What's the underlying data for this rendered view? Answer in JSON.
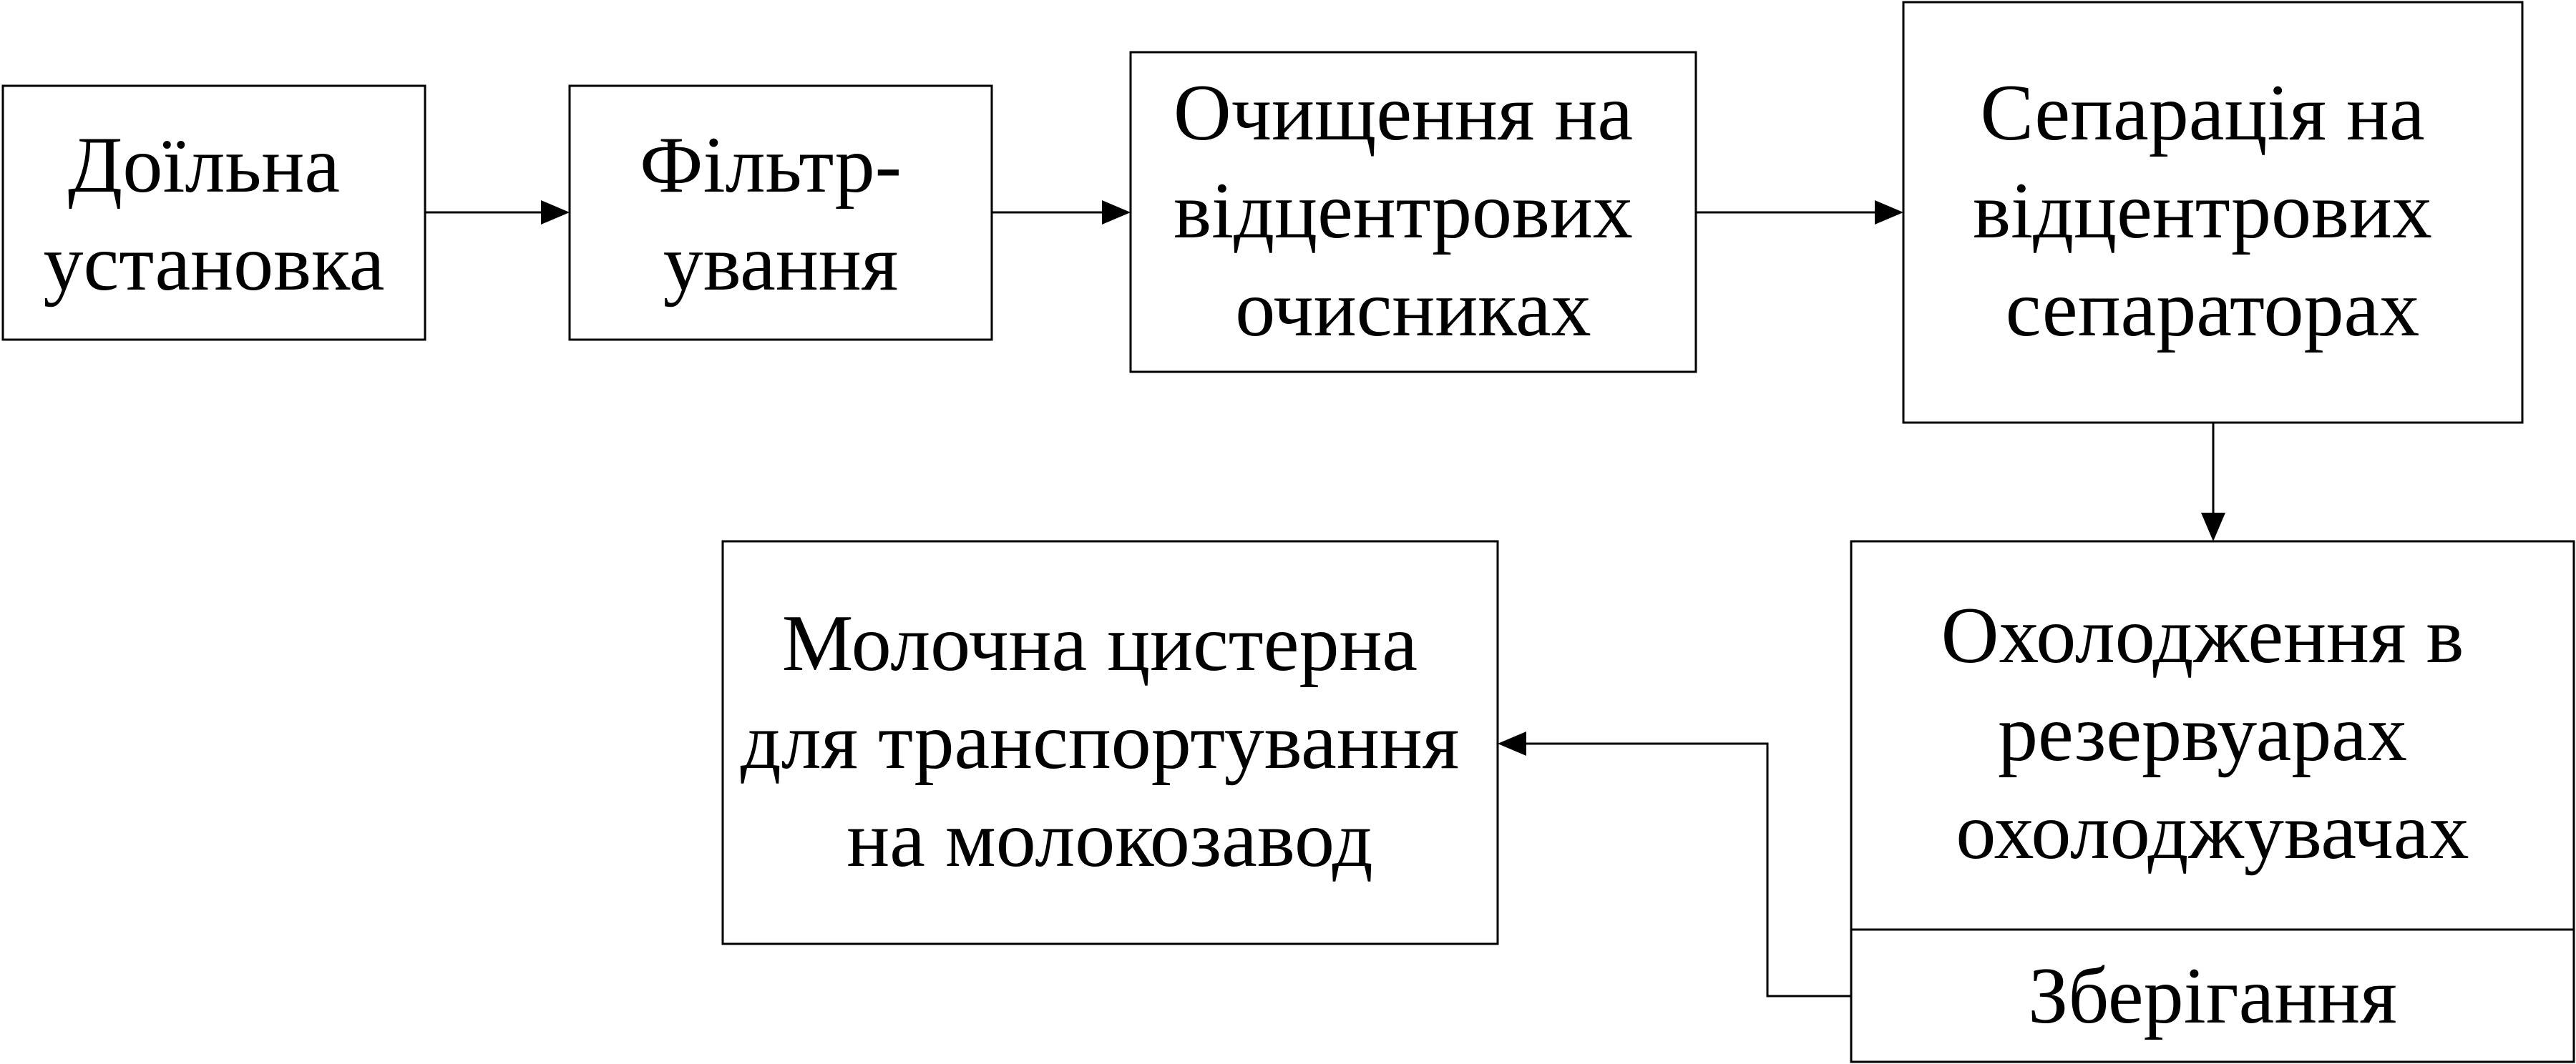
{
  "nodes": {
    "milking": [
      "Доїльна",
      "установка"
    ],
    "filtering": [
      "Фільтр-",
      "ування"
    ],
    "cleaning": [
      "Очищення на",
      "відцентрових",
      "очисниках"
    ],
    "separation": [
      "Сепарація на",
      "відцентрових",
      "сепараторах"
    ],
    "cooling": [
      "Охолодження в",
      "резервуарах",
      "охолоджувачах"
    ],
    "storage": [
      "Зберігання"
    ],
    "tanker": [
      "Молочна цистерна",
      "для транспортування",
      "на молокозавод"
    ]
  },
  "colors": {
    "stroke": "#000000",
    "background": "#ffffff"
  }
}
